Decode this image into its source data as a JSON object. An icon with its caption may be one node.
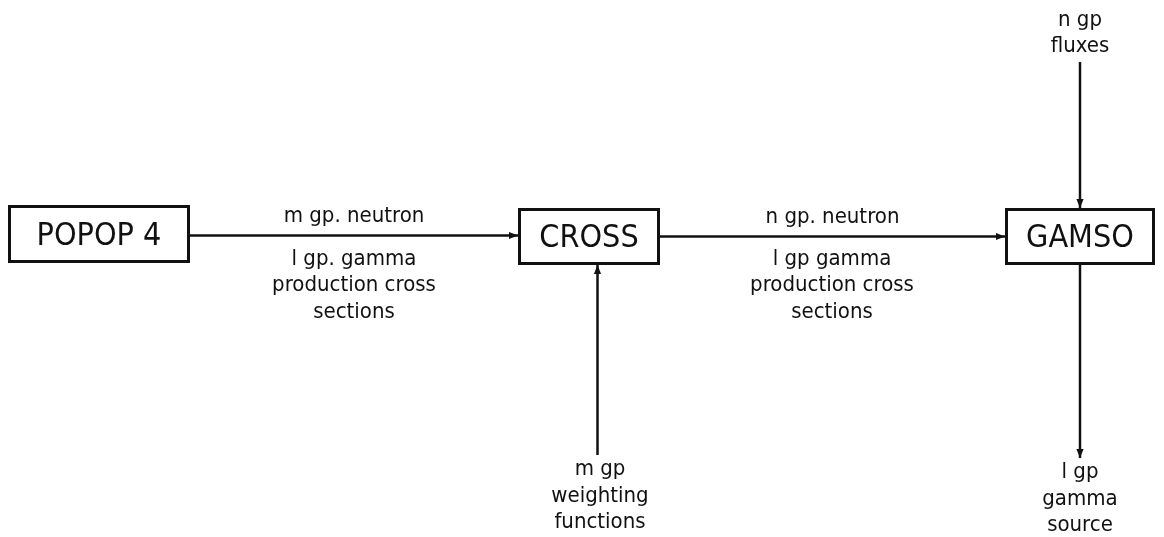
{
  "diagram": {
    "nodes": [
      {
        "text": [
          "POPOP 4"
        ]
      },
      {
        "text": [
          "CROSS"
        ]
      },
      {
        "text": [
          "GAMSO"
        ]
      },
      {
        "text": [
          "m gp weighting functions"
        ]
      },
      {
        "text": [
          "n gp fluxes"
        ]
      },
      {
        "text": [
          "l gp gamma source"
        ]
      }
    ],
    "edges": [
      {
        "from": 0,
        "to": 1,
        "arrow": "to",
        "label": "m gp. neutron"
      },
      {
        "from": 1,
        "to": 2,
        "arrow": "to",
        "label": "n gp. neutron"
      },
      {
        "from": 3,
        "to": 1,
        "arrow": "to"
      },
      {
        "from": 4,
        "to": 2,
        "arrow": "to"
      },
      {
        "from": 2,
        "to": 5,
        "arrow": "to"
      }
    ],
    "labels": [
      "l gp. gamma production cross sections",
      "l gp gamma production cross sections"
    ]
  }
}
